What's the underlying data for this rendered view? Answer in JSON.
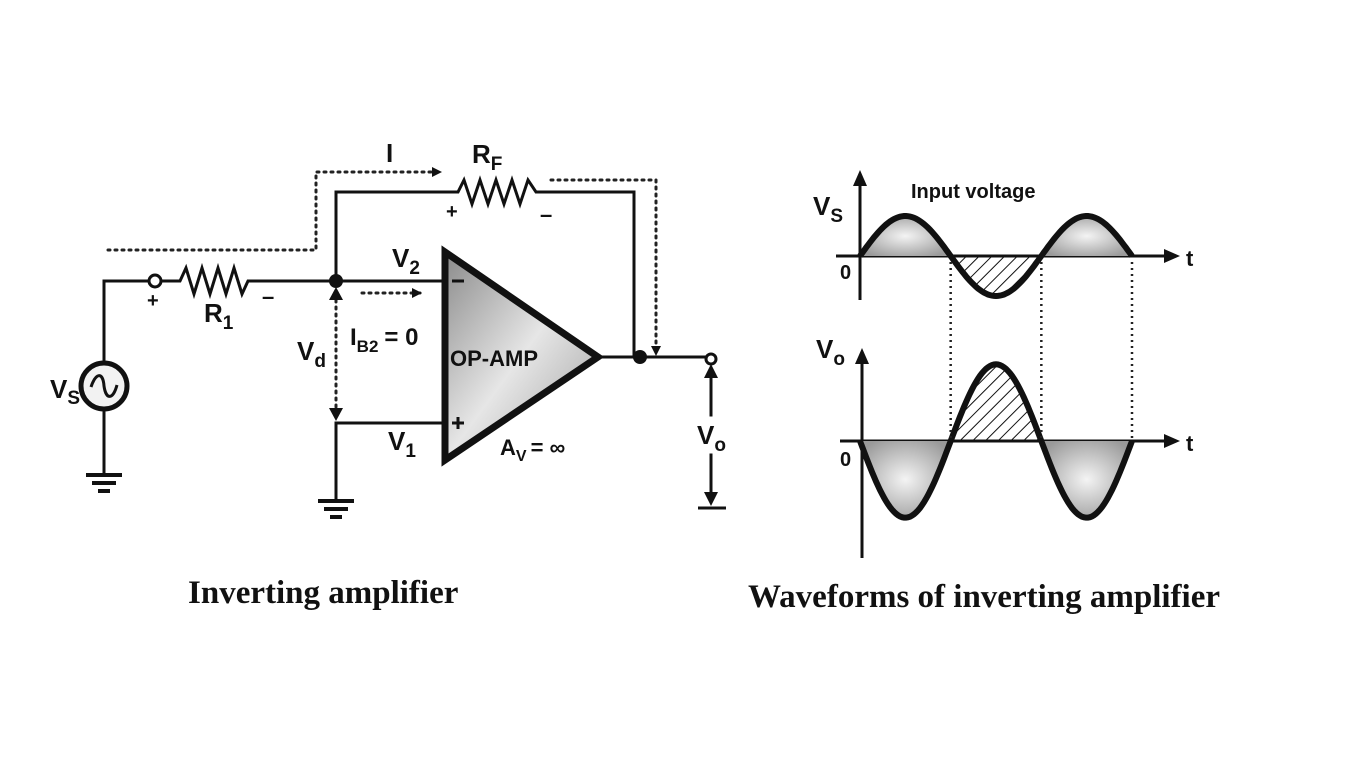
{
  "circuit": {
    "caption": "Inverting amplifier",
    "source_label": "V",
    "source_sub": "S",
    "r1_label": "R",
    "r1_sub": "1",
    "rf_label": "R",
    "rf_sub": "F",
    "current_label": "I",
    "v2_label": "V",
    "v2_sub": "2",
    "v1_label": "V",
    "v1_sub": "1",
    "vd_label": "V",
    "vd_sub": "d",
    "ib2_label": "I",
    "ib2_sub": "B2",
    "ib2_value": "= 0",
    "opamp_label": "OP-AMP",
    "gain_label": "A",
    "gain_sub": "V",
    "gain_value": "= ∞",
    "vo_label": "V",
    "vo_sub": "o",
    "plus": "+",
    "minus": "–"
  },
  "waveforms": {
    "caption": "Waveforms of inverting amplifier",
    "input_title": "Input voltage",
    "input_axis_label": "V",
    "input_axis_sub": "S",
    "output_axis_label": "V",
    "output_axis_sub": "o",
    "zero_label": "0",
    "time_label": "t"
  },
  "chart_data": [
    {
      "type": "line",
      "title": "Input voltage",
      "xlabel": "t",
      "ylabel": "Vs",
      "x_cycles": 1.5,
      "amplitude": 1,
      "phase_deg": 0,
      "ylim": [
        -1.2,
        1.2
      ],
      "shading": [
        "shaded-positive",
        "hatched-negative",
        "shaded-positive"
      ]
    },
    {
      "type": "line",
      "title": "",
      "xlabel": "t",
      "ylabel": "Vo",
      "x_cycles": 1.5,
      "amplitude": 1,
      "phase_deg": 180,
      "ylim": [
        -1.2,
        1.2
      ],
      "shading": [
        "shaded-negative",
        "hatched-positive",
        "shaded-negative"
      ]
    }
  ]
}
